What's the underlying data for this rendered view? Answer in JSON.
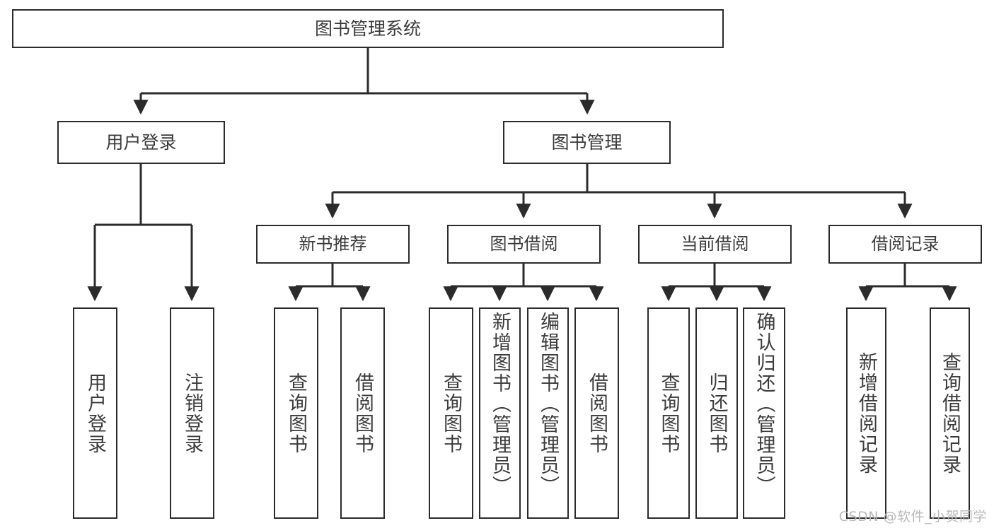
{
  "diagram": {
    "title_text": "图书管理系统",
    "type": "tree-hierarchy-chart",
    "colors": {
      "box_border": "#2b2b2b",
      "box_fill": "#ffffff",
      "text": "#3b3b3b",
      "connector": "#2b2b2b",
      "watermark": "#b9b9b9",
      "background": "#ffffff"
    },
    "root": {
      "label": "图书管理系统"
    },
    "level2": [
      {
        "label": "用户登录"
      },
      {
        "label": "图书管理"
      }
    ],
    "level3": [
      {
        "label": "新书推荐"
      },
      {
        "label": "图书借阅"
      },
      {
        "label": "当前借阅"
      },
      {
        "label": "借阅记录"
      }
    ],
    "leaves": {
      "user_login": [
        {
          "label": "用户登录",
          "align": "mid"
        },
        {
          "label": "注销登录",
          "align": "mid"
        }
      ],
      "new_book_recommend": [
        {
          "label": "查询图书",
          "align": "mid"
        },
        {
          "label": "借阅图书",
          "align": "mid"
        }
      ],
      "book_borrow": [
        {
          "label": "查询图书",
          "align": "mid"
        },
        {
          "label": "新增图书（管理员）",
          "align": "top"
        },
        {
          "label": "编辑图书（管理员）",
          "align": "top"
        },
        {
          "label": "借阅图书",
          "align": "mid"
        }
      ],
      "current_borrow": [
        {
          "label": "查询图书",
          "align": "mid"
        },
        {
          "label": "归还图书",
          "align": "mid"
        },
        {
          "label": "确认归还（管理员）",
          "align": "top"
        }
      ],
      "borrow_record": [
        {
          "label": "新增借阅记录",
          "align": "mid"
        },
        {
          "label": "查询借阅记录",
          "align": "mid"
        }
      ]
    },
    "watermark": "CSDN @软件_小贺同学"
  }
}
